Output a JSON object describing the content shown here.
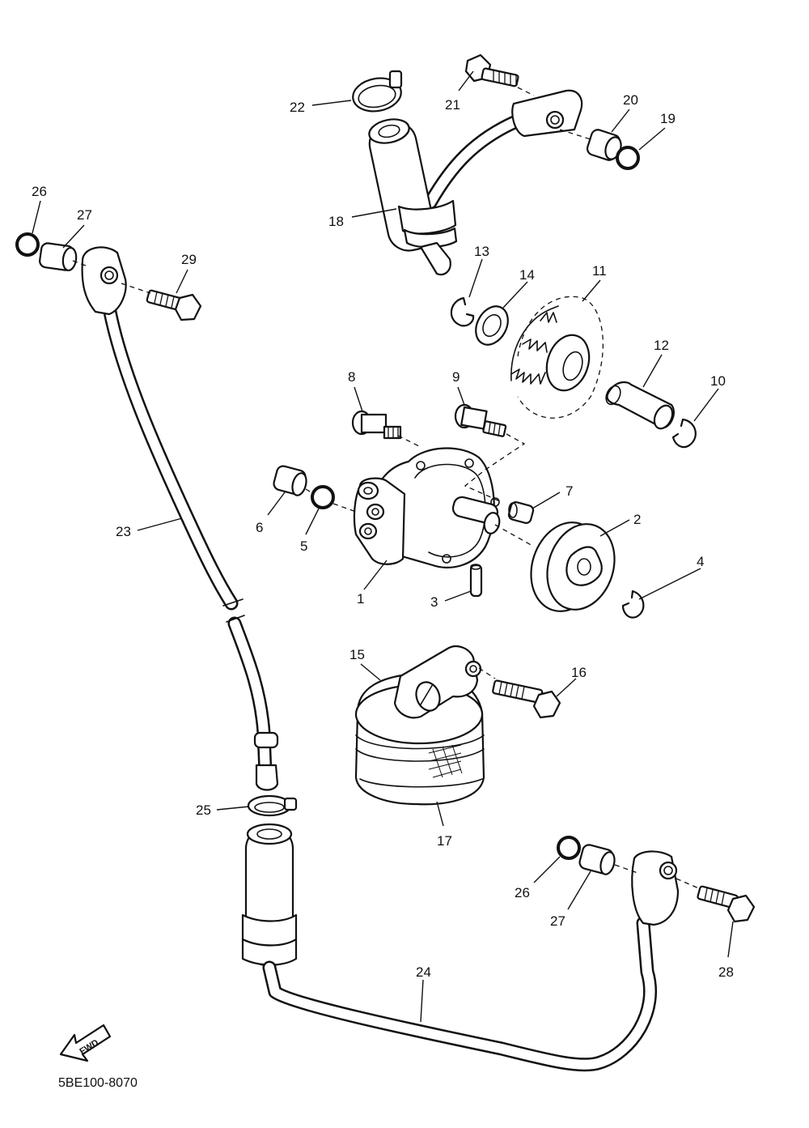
{
  "callouts": {
    "c1": "1",
    "c2": "2",
    "c3": "3",
    "c4": "4",
    "c5": "5",
    "c6": "6",
    "c7": "7",
    "c8": "8",
    "c9": "9",
    "c10": "10",
    "c11": "11",
    "c12": "12",
    "c13": "13",
    "c14": "14",
    "c15": "15",
    "c16": "16",
    "c17": "17",
    "c18": "18",
    "c19": "19",
    "c20": "20",
    "c21": "21",
    "c22": "22",
    "c23": "23",
    "c24": "24",
    "c25": "25",
    "c26a": "26",
    "c26b": "26",
    "c27a": "27",
    "c27b": "27",
    "c28": "28",
    "c29": "29"
  },
  "direction_label": "FWD",
  "diagram_code": "5BE100-8070"
}
